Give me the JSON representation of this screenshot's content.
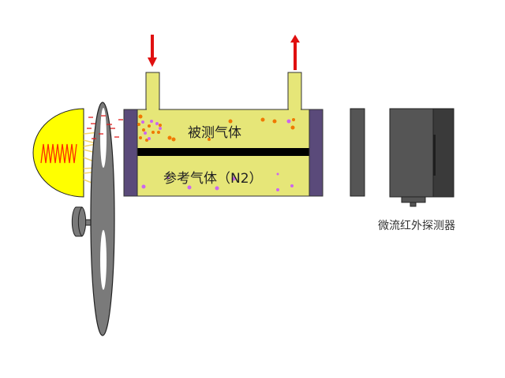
{
  "labels": {
    "sample_gas": "被测气体",
    "reference_gas": "参考气体（N2）",
    "detector": "微流红外探测器"
  },
  "colors": {
    "gas_cell": "#E6E678",
    "cell_window": "#5A4A7A",
    "separator": "#000000",
    "lamp": "#FFFF00",
    "filament": "#FF2A00",
    "arrow": "#E01010",
    "chopper": "#7A7A7A",
    "filter": "#555555",
    "detector_body": "#555555",
    "detector_side": "#3A3A3A",
    "particle_orange": "#F07800",
    "particle_purple": "#CC66EE"
  },
  "flow": {
    "inlet_direction": "down",
    "outlet_direction": "up"
  }
}
